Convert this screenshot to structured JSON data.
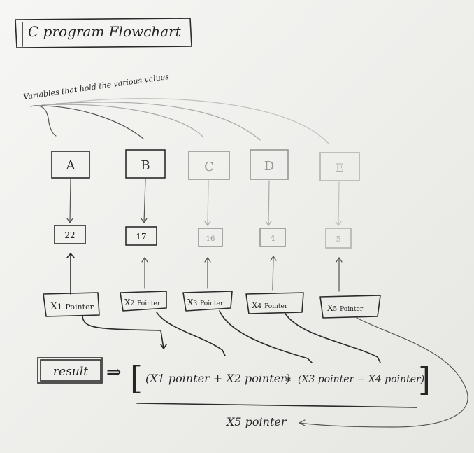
{
  "title": "C program Flowchart",
  "note": "Variables that hold the various values",
  "variables": [
    {
      "name": "A",
      "value": "22",
      "pointer_sub": "1"
    },
    {
      "name": "B",
      "value": "17",
      "pointer_sub": "2"
    },
    {
      "name": "C",
      "value": "16",
      "pointer_sub": "3"
    },
    {
      "name": "D",
      "value": "4",
      "pointer_sub": "4"
    },
    {
      "name": "E",
      "value": "5",
      "pointer_sub": "5"
    }
  ],
  "pointer_word": "Pointer",
  "result_label": "result",
  "assign_arrow": "⇒",
  "expression": {
    "open": "[",
    "term1": "(X1 pointer + X2 pointer)",
    "operator": "*",
    "term2": "(X3 pointer − X4 pointer)",
    "close": "]"
  },
  "divisor_label": "X5 pointer"
}
